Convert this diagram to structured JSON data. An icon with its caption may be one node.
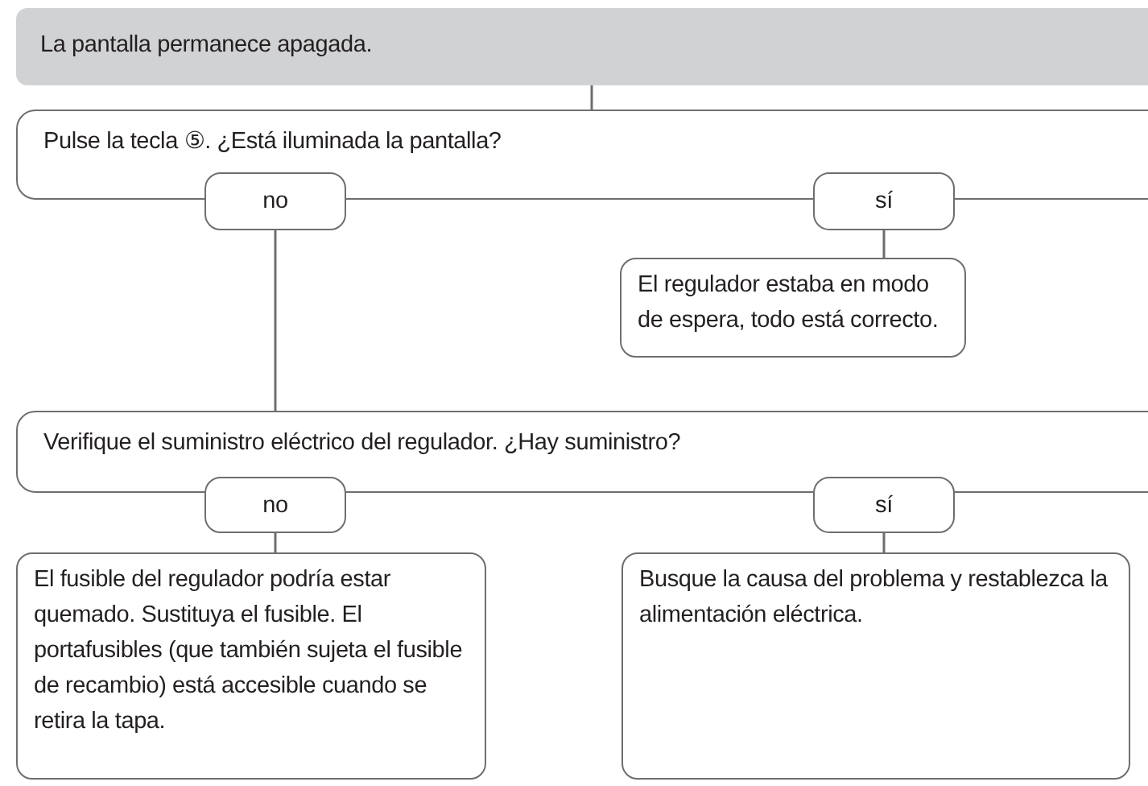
{
  "diagram": {
    "nodes": [
      {
        "text": [
          "La pantalla permanece apagada."
        ]
      },
      {
        "text": [
          "Pulse la tecla ⑤. ¿Está iluminada la pantalla?"
        ]
      },
      {
        "text": [
          "no"
        ]
      },
      {
        "text": [
          "sí"
        ]
      },
      {
        "text": [
          "El regulador estaba en modo de espera, todo está correcto."
        ]
      },
      {
        "text": [
          "Verifique el suministro eléctrico del regulador. ¿Hay suministro?"
        ]
      },
      {
        "text": [
          "no"
        ]
      },
      {
        "text": [
          "sí"
        ]
      },
      {
        "text": [
          "El fusible del regulador podría estar quemado. Sustituya el fusible. El portafusibles (que también sujeta el fusible de recambio) está accesible cuando se retira la tapa."
        ]
      },
      {
        "text": [
          "Busque la causa del problema y restablezca la alimentación eléctrica."
        ]
      }
    ],
    "edges": [
      {
        "from": 0,
        "to": 1,
        "arrow": "none"
      },
      {
        "from": 3,
        "to": 4,
        "arrow": "none"
      },
      {
        "from": 2,
        "to": 5,
        "arrow": "none"
      },
      {
        "from": 6,
        "to": 8,
        "arrow": "none"
      },
      {
        "from": 7,
        "to": 9,
        "arrow": "none"
      }
    ]
  }
}
